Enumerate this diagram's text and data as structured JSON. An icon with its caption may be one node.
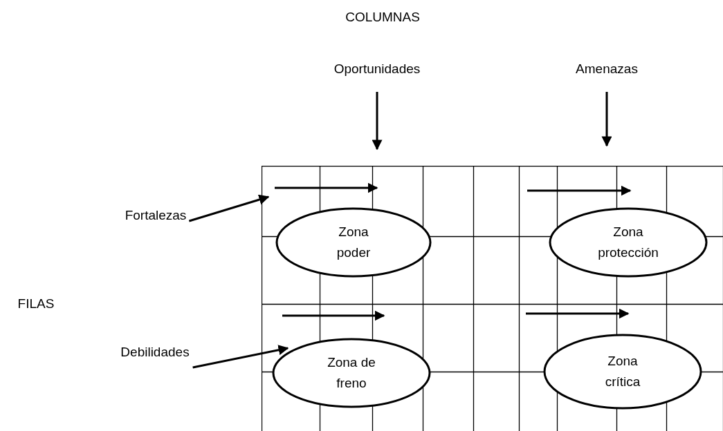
{
  "diagram": {
    "nodes": [
      {
        "text": [
          "Oportunidades"
        ]
      },
      {
        "text": [
          "Amenazas"
        ]
      },
      {
        "text": [
          "Fortalezas"
        ]
      },
      {
        "text": [
          "Debilidades"
        ]
      },
      {
        "text": [],
        "shape": "grid"
      },
      {
        "text": [
          "Zona poder"
        ],
        "in": 4
      },
      {
        "text": [
          "Zona protección"
        ],
        "in": 4
      },
      {
        "text": [
          "Zona de freno"
        ],
        "in": 4
      },
      {
        "text": [
          "Zona crítica"
        ],
        "in": 4
      }
    ],
    "edges": [
      {
        "from": 0,
        "to": 4,
        "arrow": "to"
      },
      {
        "from": 1,
        "to": 4,
        "arrow": "to"
      },
      {
        "from": 2,
        "to": 4,
        "arrow": "to"
      },
      {
        "from": 3,
        "to": 7,
        "arrow": "to"
      }
    ],
    "labels": [
      "COLUMNAS",
      "FILAS"
    ]
  }
}
